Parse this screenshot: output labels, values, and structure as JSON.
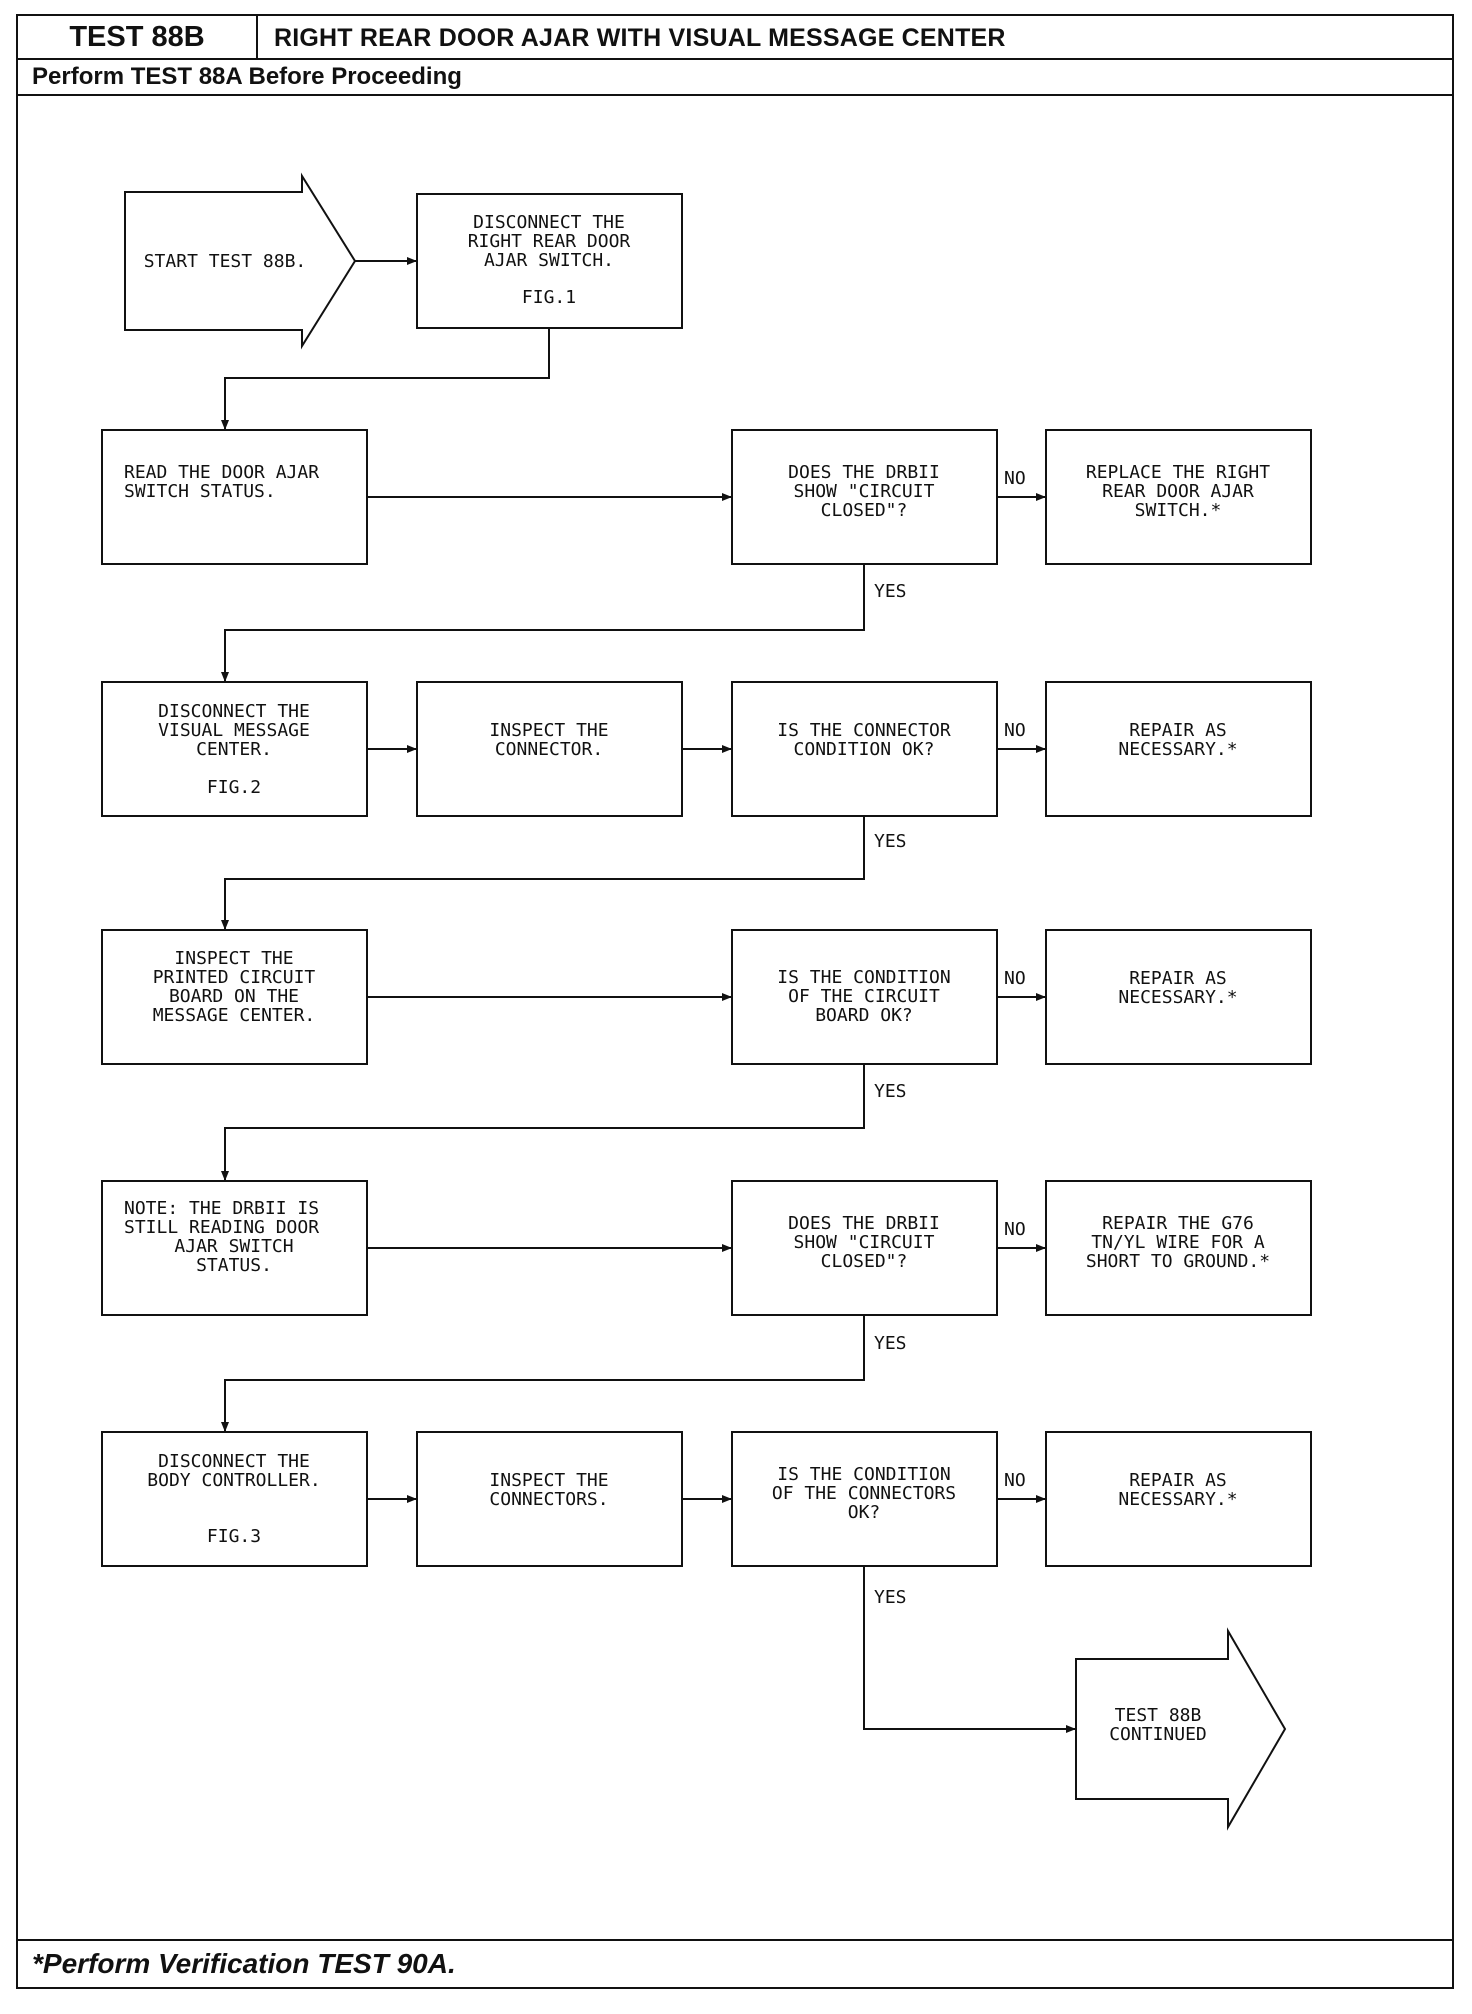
{
  "header": {
    "test_id": "TEST 88B",
    "title": "RIGHT REAR DOOR AJAR WITH VISUAL MESSAGE CENTER",
    "prerequisite": "Perform TEST 88A Before Proceeding"
  },
  "footer": {
    "note": "*Perform Verification TEST 90A."
  },
  "labels": {
    "yes": "YES",
    "no": "NO"
  },
  "flow": {
    "start": {
      "line1": "START TEST 88B."
    },
    "disconnect_switch": {
      "line1": "DISCONNECT THE",
      "line2": "RIGHT REAR DOOR",
      "line3": "AJAR SWITCH.",
      "fig": "FIG.1"
    },
    "read_status": {
      "line1": "READ THE DOOR AJAR",
      "line2": "SWITCH STATUS."
    },
    "q1": {
      "line1": "DOES THE DRBII",
      "line2": "SHOW \"CIRCUIT",
      "line3": "CLOSED\"?"
    },
    "r1": {
      "line1": "REPLACE THE RIGHT",
      "line2": "REAR DOOR AJAR",
      "line3": "SWITCH.*"
    },
    "disconnect_vmc": {
      "line1": "DISCONNECT THE",
      "line2": "VISUAL MESSAGE",
      "line3": "CENTER.",
      "fig": "FIG.2"
    },
    "inspect_connector": {
      "line1": "INSPECT THE",
      "line2": "CONNECTOR."
    },
    "q2": {
      "line1": "IS THE CONNECTOR",
      "line2": "CONDITION OK?"
    },
    "r2": {
      "line1": "REPAIR AS",
      "line2": "NECESSARY.*"
    },
    "inspect_board": {
      "line1": "INSPECT THE",
      "line2": "PRINTED CIRCUIT",
      "line3": "BOARD ON THE",
      "line4": "MESSAGE CENTER."
    },
    "q3": {
      "line1": "IS THE CONDITION",
      "line2": "OF THE CIRCUIT",
      "line3": "BOARD OK?"
    },
    "r3": {
      "line1": "REPAIR AS",
      "line2": "NECESSARY.*"
    },
    "note": {
      "line1": "NOTE: THE DRBII IS",
      "line2": "STILL READING DOOR",
      "line3": "AJAR SWITCH",
      "line4": "STATUS."
    },
    "q4": {
      "line1": "DOES THE DRBII",
      "line2": "SHOW \"CIRCUIT",
      "line3": "CLOSED\"?"
    },
    "r4": {
      "line1": "REPAIR THE G76",
      "line2": "TN/YL WIRE FOR A",
      "line3": "SHORT TO GROUND.*"
    },
    "disconnect_bc": {
      "line1": "DISCONNECT THE",
      "line2": "BODY CONTROLLER.",
      "fig": "FIG.3"
    },
    "inspect_connectors": {
      "line1": "INSPECT THE",
      "line2": "CONNECTORS."
    },
    "q5": {
      "line1": "IS THE CONDITION",
      "line2": "OF THE CONNECTORS",
      "line3": "OK?"
    },
    "r5": {
      "line1": "REPAIR AS",
      "line2": "NECESSARY.*"
    },
    "continued": {
      "line1": "TEST 88B",
      "line2": "CONTINUED"
    }
  }
}
